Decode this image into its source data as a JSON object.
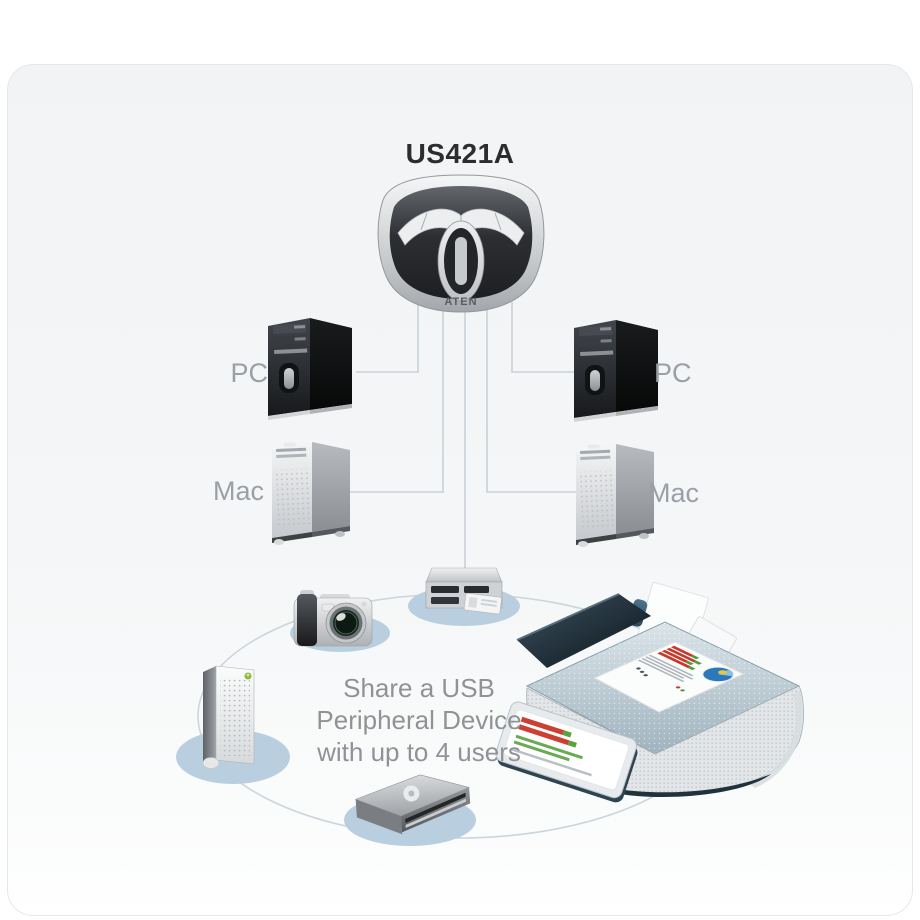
{
  "title": "US421A",
  "switch": {
    "logo": "ATEN",
    "icon": "usb-sharing-switch-icon",
    "port_count": 4
  },
  "computers": {
    "left_pc": "PC",
    "left_mac": "Mac",
    "right_pc": "PC",
    "right_mac": "Mac"
  },
  "caption": {
    "line1": "Share a USB",
    "line2": "Peripheral Device",
    "line3": "with up to 4 users"
  },
  "peripherals": [
    "digital-camera-icon",
    "card-reader-icon",
    "printer-scanner-icon",
    "zip-drive-icon",
    "hdd-enclosure-icon"
  ],
  "colors": {
    "pad_blue": "#b9cfdf",
    "printer_pad_blue": "#a8c2d4",
    "cable_line": "#c9d1d8",
    "ring_line": "#ccd5dc",
    "label_gray": "#9aa0a5",
    "caption_gray": "#909396",
    "title_dark": "#2b2d2f"
  }
}
